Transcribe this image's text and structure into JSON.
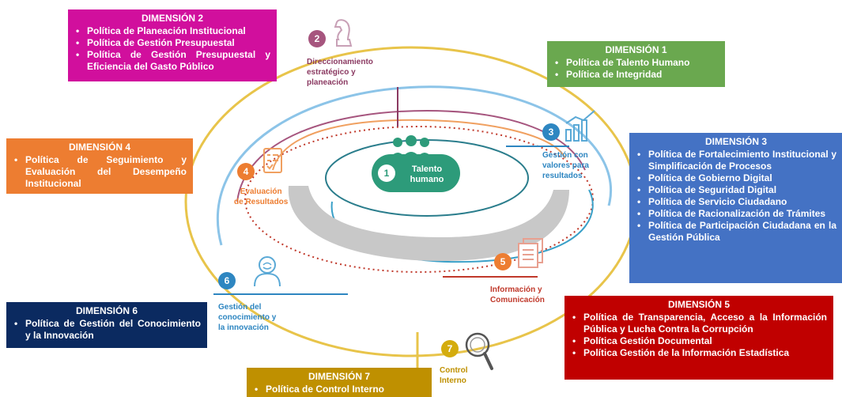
{
  "colors": {
    "d1": "#6aa84f",
    "d2": "#d10f9d",
    "d3": "#4472c4",
    "d4": "#ed7d31",
    "d5": "#c00000",
    "d6": "#0b2a60",
    "d7": "#bf9000",
    "teal": "#2d9b7a",
    "purple": "#8b3a62",
    "blue_ring": "#2e86c1",
    "red_ring": "#c0392b",
    "gold_ring": "#d4ac0d"
  },
  "center": {
    "number": "1",
    "label_line1": "Talento",
    "label_line2": "humano",
    "icon": "people-group-icon"
  },
  "nodes": [
    {
      "id": "n2",
      "number": "2",
      "lines": [
        "Direccionamiento",
        "estratégico y",
        "planeación"
      ],
      "icon": "chess-knight-icon"
    },
    {
      "id": "n3",
      "number": "3",
      "lines": [
        "Gestión con",
        "valores para",
        "resultados"
      ],
      "icon": "bar-chart-icon"
    },
    {
      "id": "n4",
      "number": "4",
      "lines": [
        "Evaluación",
        "de Resultados"
      ],
      "icon": "checklist-icon"
    },
    {
      "id": "n5",
      "number": "5",
      "lines": [
        "Información y",
        "Comunicación"
      ],
      "icon": "documents-icon"
    },
    {
      "id": "n6",
      "number": "6",
      "lines": [
        "Gestión del",
        "conocimiento y",
        "la innovación"
      ],
      "icon": "head-brain-icon"
    },
    {
      "id": "n7",
      "number": "7",
      "lines": [
        "Control",
        "Interno"
      ],
      "icon": "magnifier-icon"
    }
  ],
  "dimensions": {
    "d1": {
      "title": "DIMENSIÓN 1",
      "items": [
        "Política de Talento Humano",
        "Política de Integridad"
      ]
    },
    "d2": {
      "title": "DIMENSIÓN 2",
      "items": [
        "Política de Planeación Institucional",
        "Política de Gestión Presupuestal",
        "Política de Gestión Presupuestal y Eficiencia del Gasto Público"
      ]
    },
    "d3": {
      "title": "DIMENSIÓN 3",
      "items": [
        "Política de Fortalecimiento Institucional y Simplificación de Procesos",
        "Política de Gobierno Digital",
        "Política de Seguridad Digital",
        "Política de Servicio Ciudadano",
        "Política de Racionalización de Trámites",
        "Política de Participación Ciudadana en la Gestión Pública"
      ]
    },
    "d4": {
      "title": "DIMENSIÓN 4",
      "items": [
        "Política de Seguimiento y Evaluación del Desempeño Institucional"
      ]
    },
    "d5": {
      "title": "DIMENSIÓN 5",
      "items": [
        "Política de Transparencia, Acceso a la Información Pública y Lucha Contra la Corrupción",
        "Política Gestión Documental",
        "Política Gestión de la Información Estadística"
      ]
    },
    "d6": {
      "title": "DIMENSIÓN 6",
      "items": [
        "Política de Gestión del Conocimiento y la Innovación"
      ]
    },
    "d7": {
      "title": "DIMENSIÓN 7",
      "items": [
        "Política de Control Interno"
      ]
    }
  }
}
